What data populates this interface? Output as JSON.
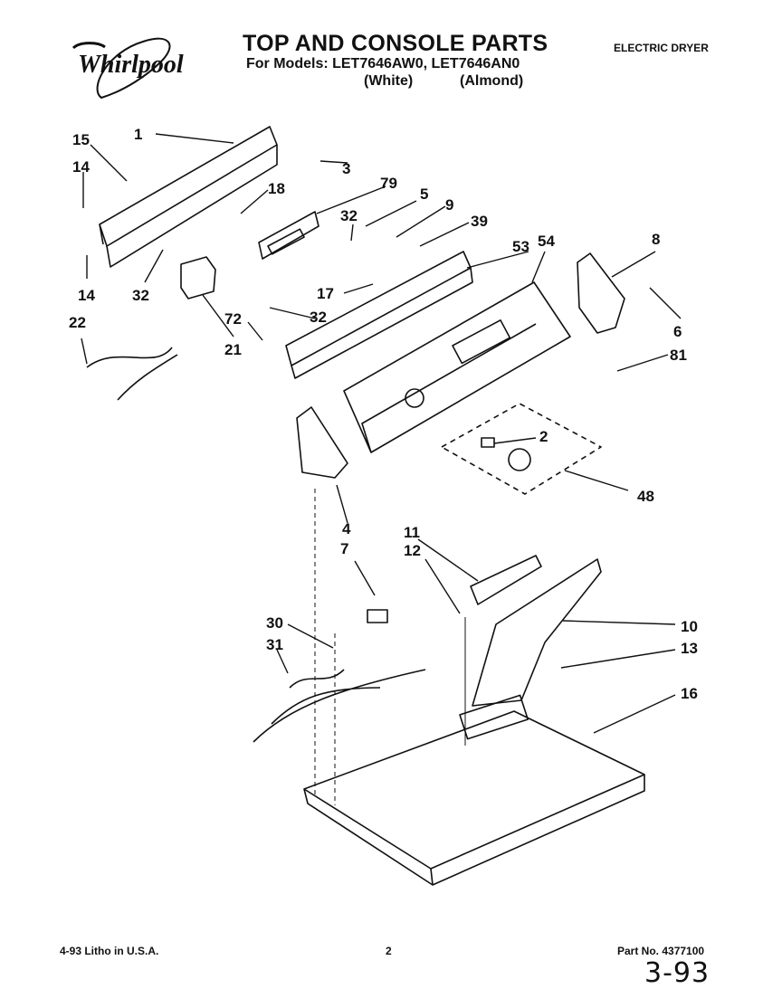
{
  "header": {
    "brand": "Whirlpool",
    "title": "TOP AND CONSOLE PARTS",
    "models": "For Models: LET7646AW0, LET7646AN0",
    "variant_white": "(White)",
    "variant_almond": "(Almond)",
    "appliance": "ELECTRIC DRYER"
  },
  "callouts": [
    "1",
    "15",
    "3",
    "14",
    "18",
    "79",
    "5",
    "9",
    "32",
    "39",
    "53",
    "54",
    "8",
    "14",
    "32",
    "17",
    "22",
    "72",
    "32",
    "21",
    "6",
    "81",
    "2",
    "48",
    "4",
    "7",
    "11",
    "12",
    "10",
    "30",
    "31",
    "13",
    "16"
  ],
  "footer": {
    "litho": "4-93 Litho in U.S.A.",
    "page": "2",
    "part_no": "Part No. 4377100",
    "handwritten": "3-93"
  }
}
